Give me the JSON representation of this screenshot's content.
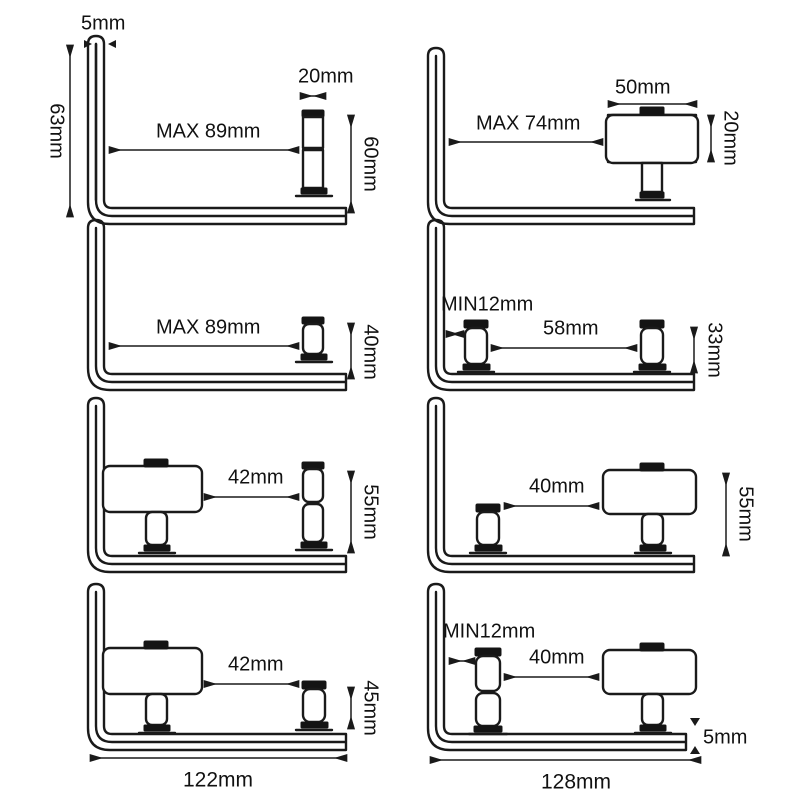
{
  "drawing": {
    "title": "Glass shelf bracket clamp dimension drawing",
    "unit": "mm",
    "line_color": "#1a1a1a",
    "background": "#ffffff"
  },
  "panels": [
    {
      "id": "r1c1",
      "name": "row1-left",
      "labels": {
        "thickness": "5mm",
        "height": "63mm",
        "roller_width": "20mm",
        "span": "MAX 89mm",
        "roller_height": "60mm"
      }
    },
    {
      "id": "r1c2",
      "name": "row1-right",
      "labels": {
        "pad_width": "50mm",
        "span": "MAX 74mm",
        "pad_height": "20mm"
      }
    },
    {
      "id": "r2c1",
      "name": "row2-left",
      "labels": {
        "span": "MAX 89mm",
        "roller_height": "40mm"
      }
    },
    {
      "id": "r2c2",
      "name": "row2-right",
      "labels": {
        "min_edge": "MIN12mm",
        "gap": "58mm",
        "roller_height": "33mm"
      }
    },
    {
      "id": "r3c1",
      "name": "row3-left",
      "labels": {
        "gap": "42mm",
        "roller_height": "55mm"
      }
    },
    {
      "id": "r3c2",
      "name": "row3-right",
      "labels": {
        "gap": "40mm",
        "roller_height": "55mm"
      }
    },
    {
      "id": "r4c1",
      "name": "row4-left",
      "labels": {
        "gap": "42mm",
        "roller_height": "45mm",
        "overall_width": "122mm"
      }
    },
    {
      "id": "r4c2",
      "name": "row4-right",
      "labels": {
        "min_edge": "MIN12mm",
        "gap": "40mm",
        "plate_thickness": "5mm",
        "overall_width": "128mm"
      }
    }
  ]
}
